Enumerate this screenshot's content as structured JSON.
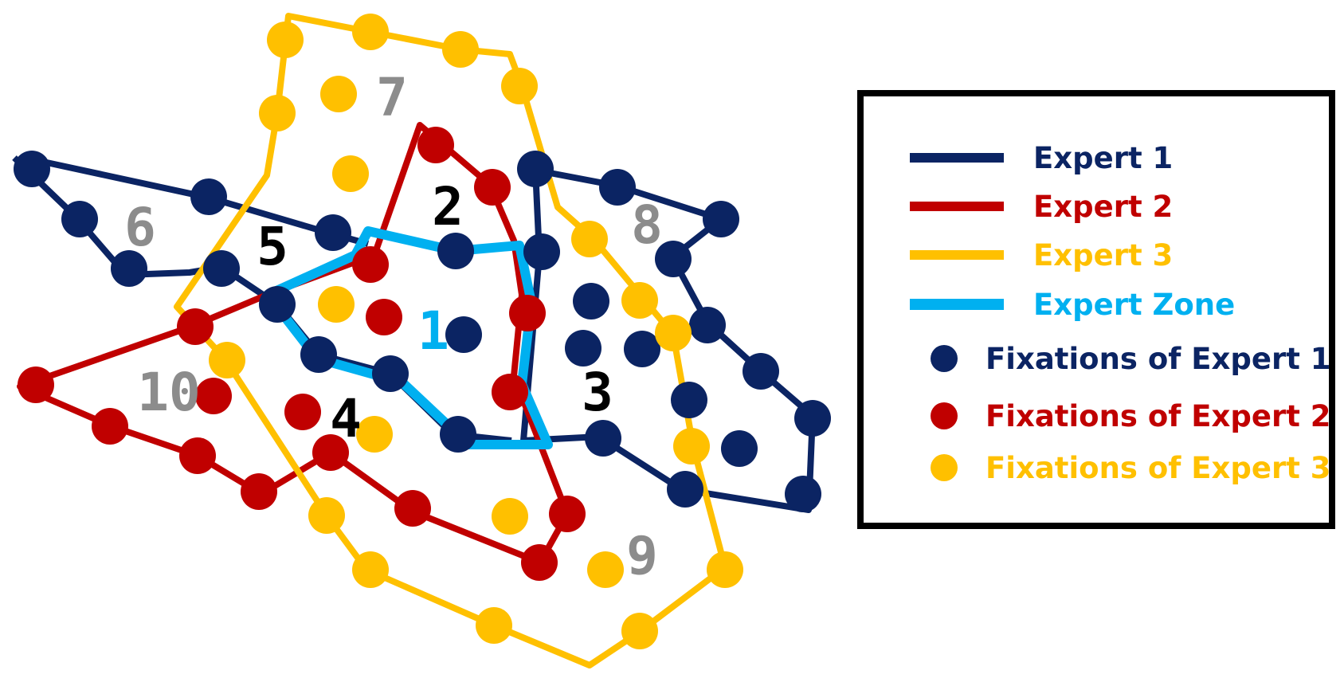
{
  "colors": {
    "expert1": "#0b2463",
    "expert2": "#c00000",
    "expert3": "#ffc000",
    "expert_zone": "#00b0f0",
    "region_gray": "#8c8c8c",
    "region_black": "#000000"
  },
  "regions": [
    {
      "id": "1",
      "label": "1",
      "tone": "expert_zone"
    },
    {
      "id": "2",
      "label": "2",
      "tone": "region_black"
    },
    {
      "id": "3",
      "label": "3",
      "tone": "region_black"
    },
    {
      "id": "4",
      "label": "4",
      "tone": "region_black"
    },
    {
      "id": "5",
      "label": "5",
      "tone": "region_black"
    },
    {
      "id": "6",
      "label": "6",
      "tone": "region_gray"
    },
    {
      "id": "7",
      "label": "7",
      "tone": "region_gray"
    },
    {
      "id": "8",
      "label": "8",
      "tone": "region_gray"
    },
    {
      "id": "9",
      "label": "9",
      "tone": "region_gray"
    },
    {
      "id": "10",
      "label": "10",
      "tone": "region_gray"
    }
  ],
  "legend": {
    "items": [
      {
        "kind": "line",
        "label": "Expert 1",
        "color_key": "expert1"
      },
      {
        "kind": "line",
        "label": "Expert 2",
        "color_key": "expert2"
      },
      {
        "kind": "line",
        "label": "Expert 3",
        "color_key": "expert3"
      },
      {
        "kind": "line",
        "label": "Expert Zone",
        "color_key": "expert_zone"
      },
      {
        "kind": "dot",
        "label": "Fixations of Expert 1",
        "color_key": "expert1"
      },
      {
        "kind": "dot",
        "label": "Fixations of Expert 2",
        "color_key": "expert2"
      },
      {
        "kind": "dot",
        "label": "Fixations of Expert 3",
        "color_key": "expert3"
      }
    ]
  }
}
